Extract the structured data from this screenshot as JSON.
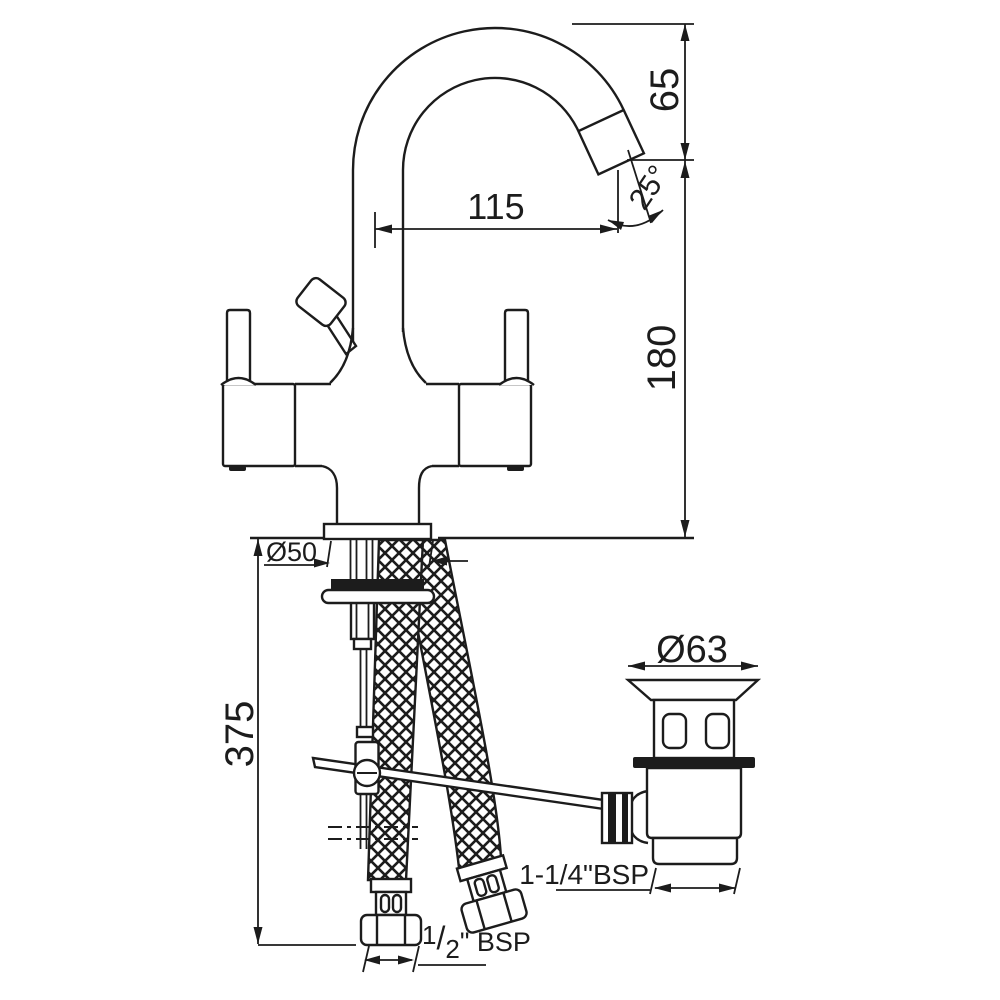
{
  "drawing": {
    "type": "technical-dimension-drawing",
    "subject": "two-handle basin mixer tap with gooseneck spout, flexible supply hoses and pop-up waste",
    "background": "#ffffff",
    "line_color": "#1c1c1c",
    "dimensions": {
      "spout_height": "65",
      "spout_reach": "115",
      "spout_angle": "25°",
      "deck_to_spout_top": "180",
      "base_diameter": "Ø50",
      "below_deck_length": "375",
      "waste_flange_diameter": "Ø63",
      "waste_thread": "1-1/4\"BSP",
      "hose_thread": {
        "numerator": "1",
        "slash": "/",
        "denominator": "2",
        "suffix": "\" BSP"
      }
    }
  }
}
